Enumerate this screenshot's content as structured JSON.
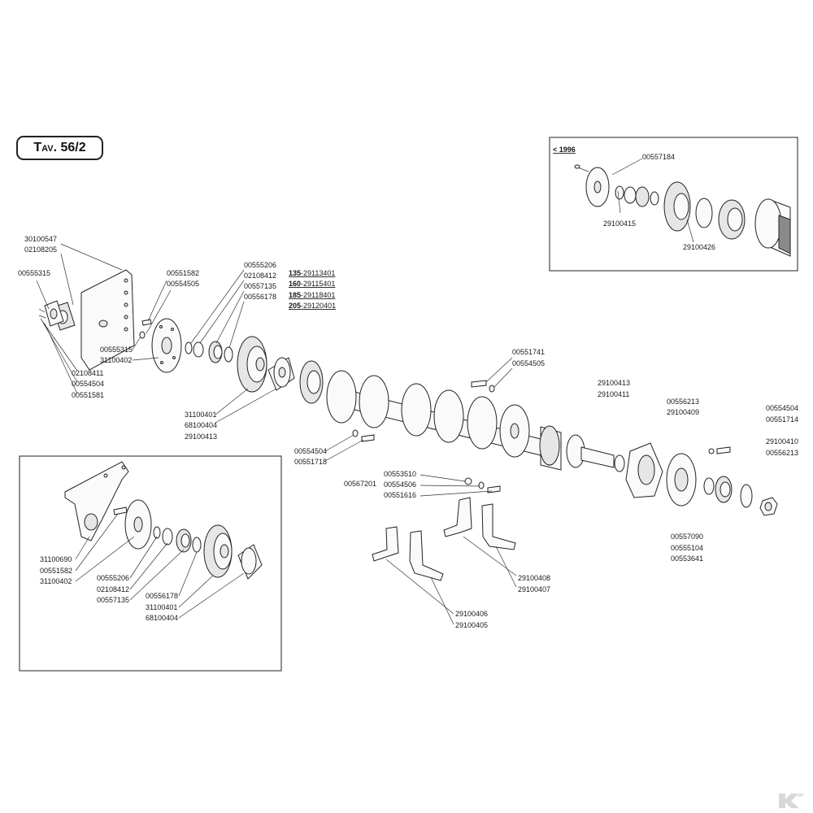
{
  "title": "Tav. 56/2",
  "inset_top": {
    "version_label": "< 1996"
  },
  "labels": {
    "l30100547": "30100547",
    "l02108205": "02108205",
    "l00555315a": "00555315",
    "l02108411": "02108411",
    "l00554504a": "00554504",
    "l00551581": "00551581",
    "l00551582a": "00551582",
    "l00554505a": "00554505",
    "l00555315b": "00555315",
    "l31100402a": "31100402",
    "l00555206a": "00555206",
    "l02108412a": "02108412",
    "l00557135a": "00557135",
    "l00556178a": "00556178",
    "l31100401a": "31100401",
    "l68100404a": "68100404",
    "l29100413a": "29100413",
    "l00551741": "00551741",
    "l00554505b": "00554505",
    "l29100413b": "29100413",
    "l29100411": "29100411",
    "l00556213a": "00556213",
    "l29100409": "29100409",
    "l00554504b": "00554504",
    "l00551714": "00551714",
    "l29100410": "29100410",
    "l00556213b": "00556213",
    "l00554504c": "00554504",
    "l00551718": "00551718",
    "l00553510": "00553510",
    "l00567201": "00567201",
    "l00554506": "00554506",
    "l00551616": "00551616",
    "l00557090": "00557090",
    "l00555104": "00555104",
    "l00553641": "00553641",
    "l29100408": "29100408",
    "l29100407": "29100407",
    "l29100406": "29100406",
    "l29100405": "29100405",
    "l31100690": "31100690",
    "l00551582b": "00551582",
    "l31100402b": "31100402",
    "l00555206b": "00555206",
    "l02108412b": "02108412",
    "l00557135b": "00557135",
    "l00556178b": "00556178",
    "l31100401b": "31100401",
    "l68100404b": "68100404",
    "l00557184": "00557184",
    "l29100415": "29100415",
    "l29100426": "29100426"
  },
  "shaft_sizes": [
    {
      "size": "135",
      "code": "-29113401"
    },
    {
      "size": "160",
      "code": "-29115401"
    },
    {
      "size": "185",
      "code": "-29118401"
    },
    {
      "size": "205",
      "code": "-29120401"
    }
  ]
}
